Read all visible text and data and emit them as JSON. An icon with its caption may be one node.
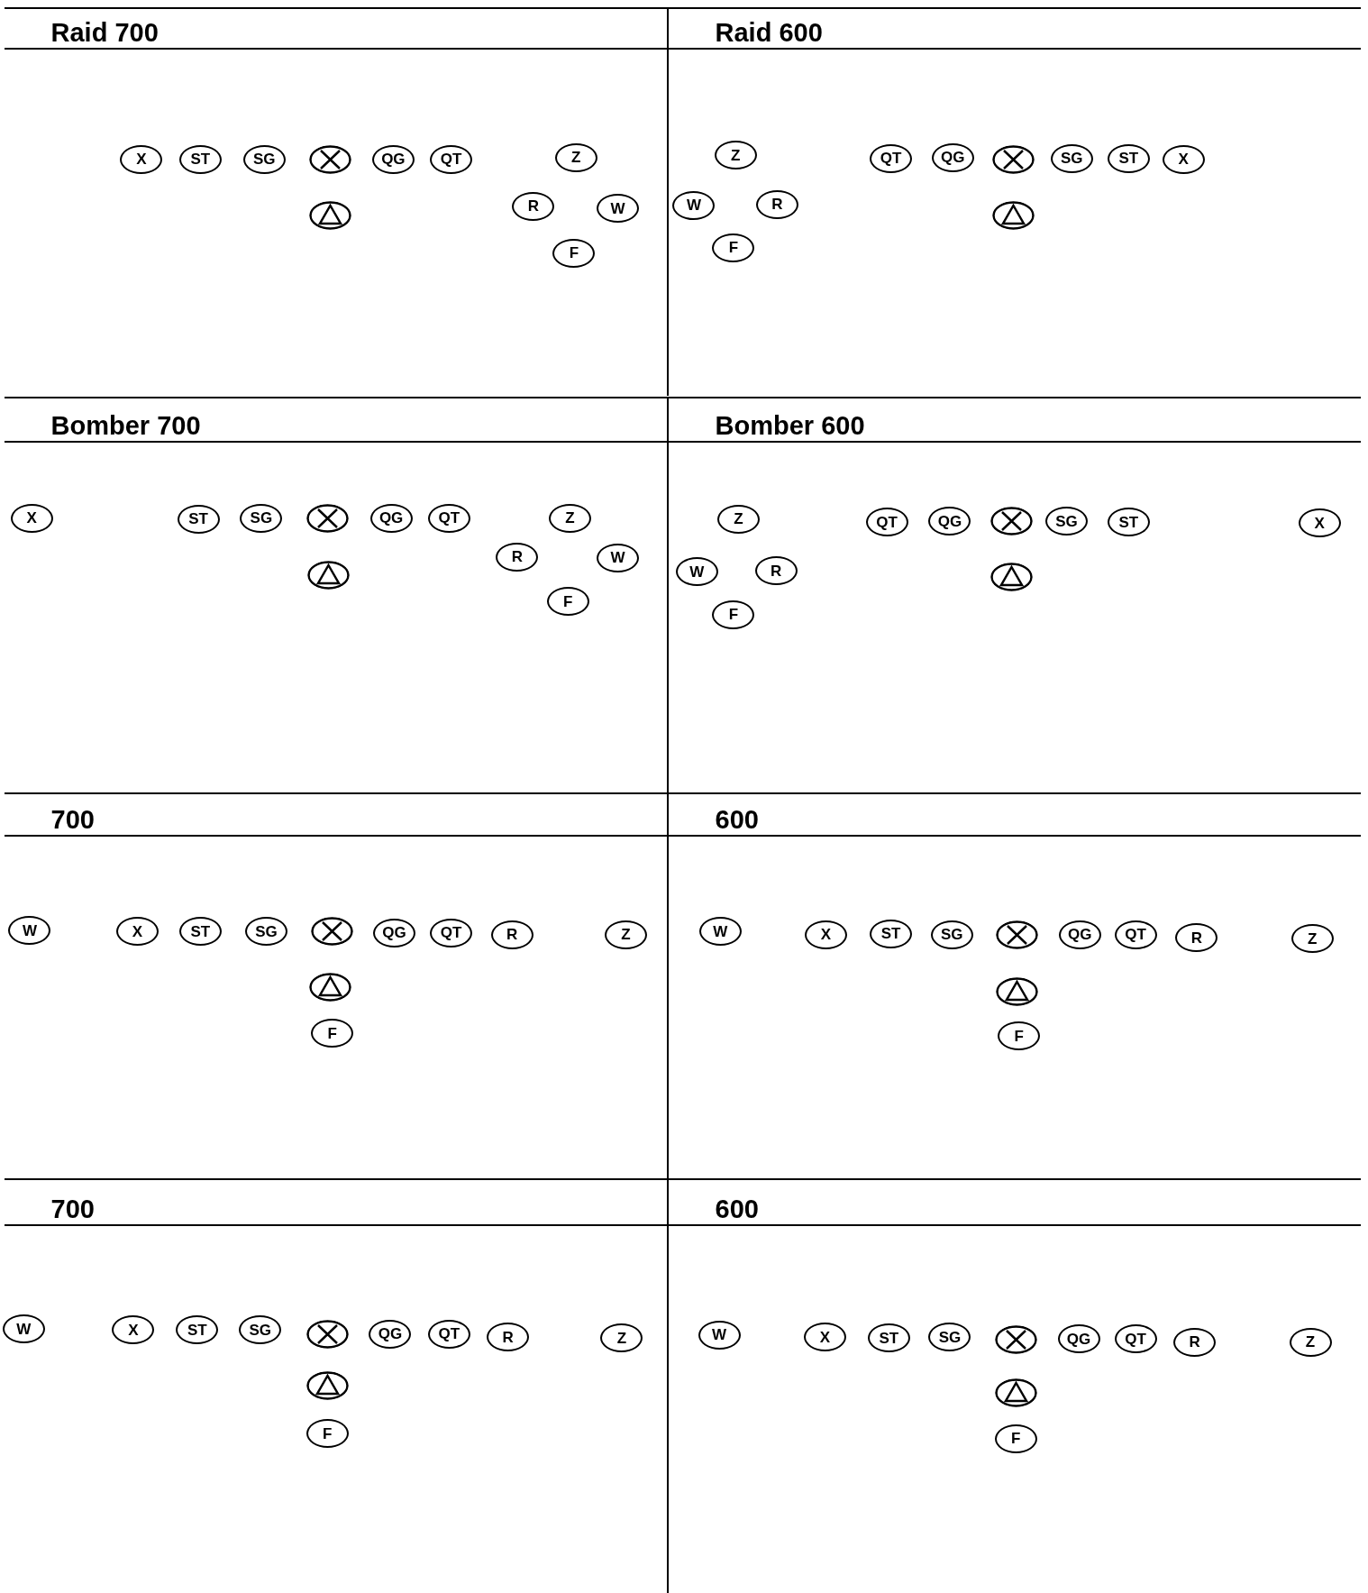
{
  "diagram": {
    "nodes": [
      {
        "text": [
          "Raid 700"
        ]
      },
      {
        "text": [
          "X"
        ],
        "in": 0
      },
      {
        "text": [
          "ST"
        ],
        "in": 0
      },
      {
        "text": [
          "SG"
        ],
        "in": 0
      },
      {
        "text": [],
        "shape": "circle",
        "in": 0
      },
      {
        "text": [
          "QG"
        ],
        "in": 0
      },
      {
        "text": [
          "QT"
        ],
        "in": 0
      },
      {
        "text": [
          "Z"
        ],
        "in": 0
      },
      {
        "text": [],
        "shape": "circle",
        "in": 0
      },
      {
        "text": [
          "R"
        ],
        "in": 0
      },
      {
        "text": [
          "W"
        ],
        "in": 0
      },
      {
        "text": [
          "F"
        ],
        "in": 0
      },
      {
        "text": [
          "Raid 600"
        ]
      },
      {
        "text": [
          "Z"
        ],
        "in": 12
      },
      {
        "text": [
          "QT"
        ],
        "in": 12
      },
      {
        "text": [
          "QG"
        ],
        "in": 12
      },
      {
        "text": [],
        "shape": "circle",
        "in": 12
      },
      {
        "text": [
          "SG"
        ],
        "in": 12
      },
      {
        "text": [
          "ST"
        ],
        "in": 12
      },
      {
        "text": [
          "X"
        ],
        "in": 12
      },
      {
        "text": [
          "W"
        ],
        "in": 12
      },
      {
        "text": [
          "R"
        ],
        "in": 12
      },
      {
        "text": [],
        "shape": "circle",
        "in": 12
      },
      {
        "text": [
          "F"
        ],
        "in": 12
      },
      {
        "text": [
          "Bomber 700"
        ]
      },
      {
        "text": [
          "X"
        ],
        "in": 24
      },
      {
        "text": [
          "ST"
        ],
        "in": 24
      },
      {
        "text": [
          "SG"
        ],
        "in": 24
      },
      {
        "text": [],
        "shape": "circle",
        "in": 24
      },
      {
        "text": [
          "QG"
        ],
        "in": 24
      },
      {
        "text": [
          "QT"
        ],
        "in": 24
      },
      {
        "text": [
          "Z"
        ],
        "in": 24
      },
      {
        "text": [],
        "shape": "circle",
        "in": 24
      },
      {
        "text": [
          "R"
        ],
        "in": 24
      },
      {
        "text": [
          "W"
        ],
        "in": 24
      },
      {
        "text": [
          "F"
        ],
        "in": 24
      },
      {
        "text": [
          "Bomber 600"
        ]
      },
      {
        "text": [
          "Z"
        ],
        "in": 36
      },
      {
        "text": [
          "QT"
        ],
        "in": 36
      },
      {
        "text": [
          "QG"
        ],
        "in": 36
      },
      {
        "text": [],
        "shape": "circle",
        "in": 36
      },
      {
        "text": [
          "SG"
        ],
        "in": 36
      },
      {
        "text": [
          "ST"
        ],
        "in": 36
      },
      {
        "text": [
          "X"
        ],
        "in": 36
      },
      {
        "text": [
          "W"
        ],
        "in": 36
      },
      {
        "text": [
          "R"
        ],
        "in": 36
      },
      {
        "text": [],
        "shape": "circle",
        "in": 36
      },
      {
        "text": [
          "F"
        ],
        "in": 36
      },
      {
        "text": [
          "700"
        ]
      },
      {
        "text": [
          "W"
        ],
        "in": 48
      },
      {
        "text": [
          "X"
        ],
        "in": 48
      },
      {
        "text": [
          "ST"
        ],
        "in": 48
      },
      {
        "text": [
          "SG"
        ],
        "in": 48
      },
      {
        "text": [],
        "shape": "circle",
        "in": 48
      },
      {
        "text": [
          "QG"
        ],
        "in": 48
      },
      {
        "text": [
          "QT"
        ],
        "in": 48
      },
      {
        "text": [
          "R"
        ],
        "in": 48
      },
      {
        "text": [
          "Z"
        ],
        "in": 48
      },
      {
        "text": [],
        "shape": "circle",
        "in": 48
      },
      {
        "text": [
          "F"
        ],
        "in": 48
      },
      {
        "text": [
          "600"
        ]
      },
      {
        "text": [
          "W"
        ],
        "in": 60
      },
      {
        "text": [
          "X"
        ],
        "in": 60
      },
      {
        "text": [
          "ST"
        ],
        "in": 60
      },
      {
        "text": [
          "SG"
        ],
        "in": 60
      },
      {
        "text": [],
        "shape": "circle",
        "in": 60
      },
      {
        "text": [
          "QG"
        ],
        "in": 60
      },
      {
        "text": [
          "QT"
        ],
        "in": 60
      },
      {
        "text": [
          "R"
        ],
        "in": 60
      },
      {
        "text": [
          "Z"
        ],
        "in": 60
      },
      {
        "text": [],
        "shape": "circle",
        "in": 60
      },
      {
        "text": [
          "F"
        ],
        "in": 60
      },
      {
        "text": [
          "700"
        ]
      },
      {
        "text": [
          "W"
        ],
        "in": 72
      },
      {
        "text": [
          "X"
        ],
        "in": 72
      },
      {
        "text": [
          "ST"
        ],
        "in": 72
      },
      {
        "text": [
          "SG"
        ],
        "in": 72
      },
      {
        "text": [],
        "shape": "circle",
        "in": 72
      },
      {
        "text": [
          "QG"
        ],
        "in": 72
      },
      {
        "text": [
          "QT"
        ],
        "in": 72
      },
      {
        "text": [
          "R"
        ],
        "in": 72
      },
      {
        "text": [
          "Z"
        ],
        "in": 72
      },
      {
        "text": [],
        "shape": "circle",
        "in": 72
      },
      {
        "text": [
          "F"
        ],
        "in": 72
      },
      {
        "text": [
          "600"
        ]
      },
      {
        "text": [
          "W"
        ],
        "in": 84
      },
      {
        "text": [
          "X"
        ],
        "in": 84
      },
      {
        "text": [
          "ST"
        ],
        "in": 84
      },
      {
        "text": [
          "SG"
        ],
        "in": 84
      },
      {
        "text": [],
        "shape": "circle",
        "in": 84
      },
      {
        "text": [
          "QG"
        ],
        "in": 84
      },
      {
        "text": [
          "QT"
        ],
        "in": 84
      },
      {
        "text": [
          "R"
        ],
        "in": 84
      },
      {
        "text": [
          "Z"
        ],
        "in": 84
      },
      {
        "text": [],
        "shape": "circle",
        "in": 84
      },
      {
        "text": [
          "F"
        ],
        "in": 84
      }
    ],
    "edges": []
  }
}
